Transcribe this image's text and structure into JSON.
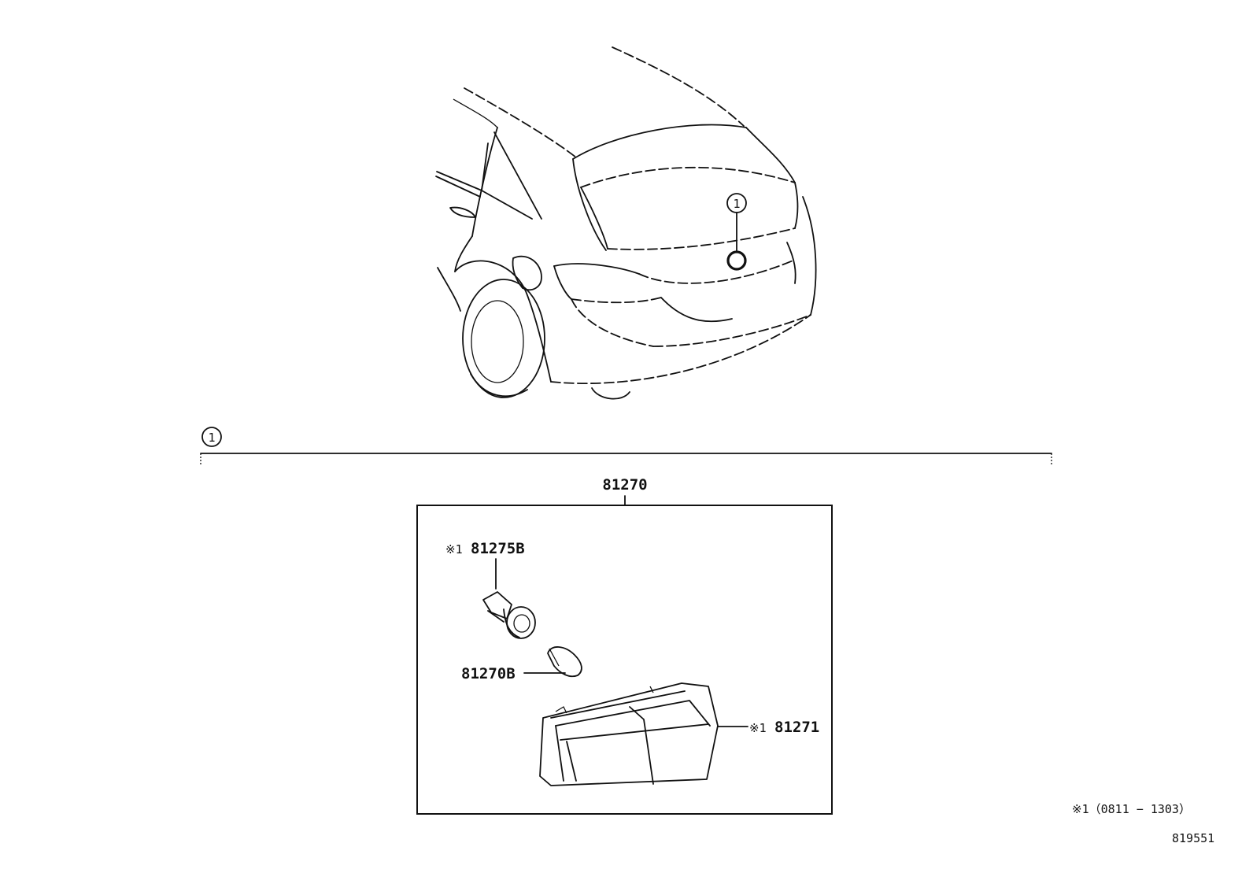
{
  "callout": {
    "number": "1"
  },
  "group": {
    "number": "1"
  },
  "assembly": {
    "part_number": "81270"
  },
  "parts": [
    {
      "prefix": "※1",
      "number": "81275B",
      "name": "socket"
    },
    {
      "prefix": "",
      "number": "81270B",
      "name": "bulb"
    },
    {
      "prefix": "※1",
      "number": "81271",
      "name": "lens"
    }
  ],
  "footnote": {
    "text": "※1（0811 − 1303）"
  },
  "diagram_id": "819551"
}
